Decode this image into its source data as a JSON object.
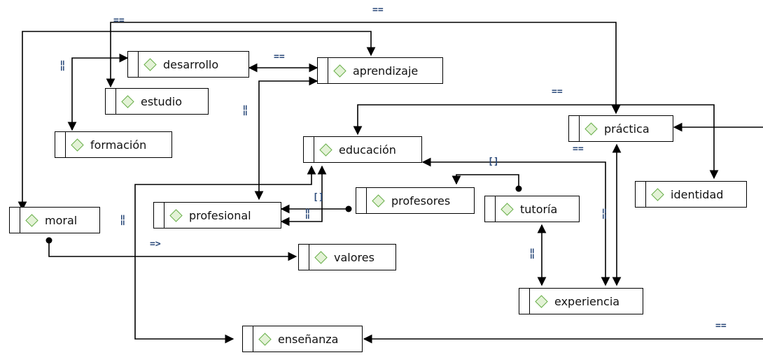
{
  "nodes": {
    "desarrollo": "desarrollo",
    "aprendizaje": "aprendizaje",
    "estudio": "estudio",
    "formacion": "formación",
    "practica": "práctica",
    "educacion": "educación",
    "identidad": "identidad",
    "profesores": "profesores",
    "tutoria": "tutoría",
    "moral": "moral",
    "profesional": "profesional",
    "valores": "valores",
    "experiencia": "experiencia",
    "ensenanza": "enseñanza"
  },
  "relations": {
    "eq": "==",
    "eq_vertical": "==",
    "implies": "=>",
    "part_of": "[]"
  },
  "colors": {
    "icon_stroke": "#6ab04c",
    "icon_fill": "#e3f2d6",
    "relation_text": "#2b4a7a",
    "line": "#000000"
  },
  "icon": "diamond-concept-icon"
}
